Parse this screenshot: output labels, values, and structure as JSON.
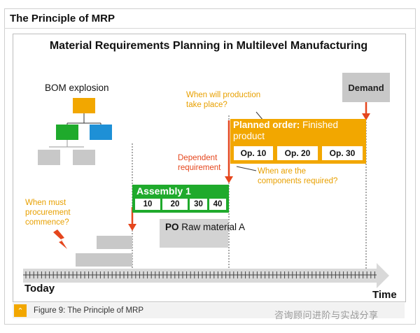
{
  "header": {
    "title": "The Principle of MRP"
  },
  "diagram": {
    "title": "Material Requirements Planning in Multilevel Manufacturing",
    "bom_label": "BOM explosion",
    "demand_label": "Demand",
    "planned_order": {
      "title_bold": "Planned order:",
      "title_rest": " Finished product",
      "operations": [
        "Op. 10",
        "Op. 20",
        "Op. 30"
      ]
    },
    "assembly": {
      "title": "Assembly 1",
      "operations": [
        "10",
        "20",
        "30",
        "40"
      ]
    },
    "po": {
      "bold": "PO",
      "rest": " Raw material A"
    },
    "questions": {
      "production": "When will production take place?",
      "components": "When are the components required?",
      "procurement": "When must procurement commence?"
    },
    "dependent_requirement": "Dependent requirement",
    "axis": {
      "start_label": "Today",
      "end_label": "Time"
    },
    "colors": {
      "orange": "#f2a700",
      "green": "#1faa2c",
      "blue": "#1e90d6",
      "red": "#e5461d",
      "gray": "#c8c8c8"
    }
  },
  "footer": {
    "caption": "Figure 9: The Principle of MRP",
    "watermark": "咨询顾问进阶与实战分享"
  }
}
